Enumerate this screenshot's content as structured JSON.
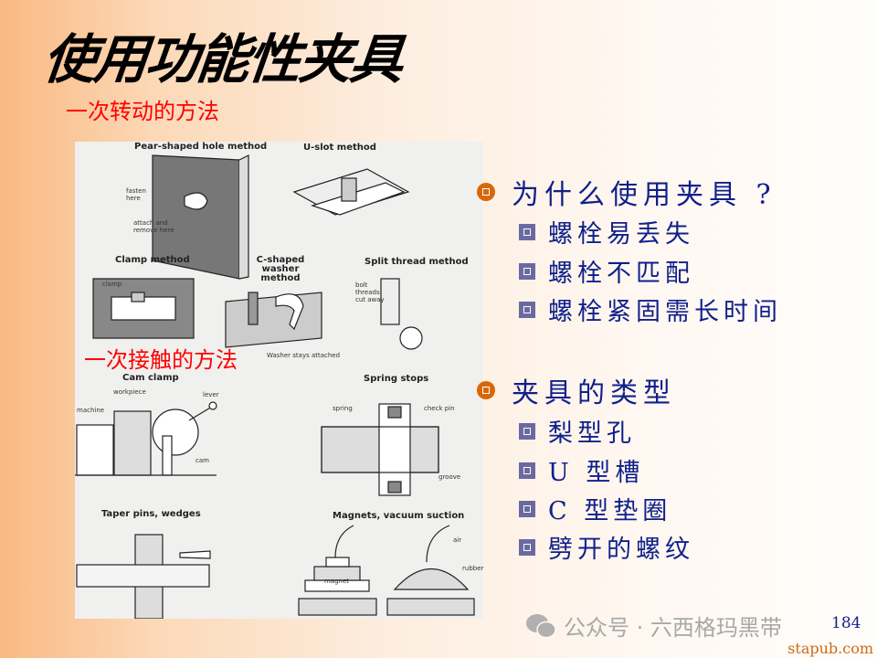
{
  "title": "使用功能性夹具",
  "subtitle_rotation": "一次转动的方法",
  "subtitle_contact": "一次接触的方法",
  "figure": {
    "captions": [
      "Pear-shaped hole method",
      "U-slot method",
      "Clamp method",
      "C-shaped washer method",
      "Split thread method",
      "Cam clamp",
      "Spring stops",
      "Taper pins, wedges",
      "Magnets, vacuum suction"
    ],
    "labels": {
      "fasten": "fasten here",
      "attach": "attach and remove here",
      "clamp": "clamp",
      "washer": "Washer stays attached",
      "bolt": "bolt threads cut away",
      "machine": "machine",
      "workpiece": "workpiece",
      "lever": "lever",
      "cam": "cam",
      "spring": "spring",
      "check_pin": "check pin",
      "groove": "groove",
      "magnet": "magnet",
      "air": "air",
      "rubber": "rubber"
    }
  },
  "bullets": [
    {
      "text": "为什么使用夹具 ?",
      "icon": "orange-circle-bullet-icon",
      "items": [
        "螺栓易丢失",
        "螺栓不匹配",
        "螺栓紧固需长时间"
      ]
    },
    {
      "text": "夹具的类型",
      "icon": "orange-circle-bullet-icon",
      "items": [
        "梨型孔",
        "U 型槽",
        "C 型垫圈",
        "劈开的螺纹"
      ]
    }
  ],
  "colors": {
    "title": "#000000",
    "red_text": "#ff0000",
    "bullet_text": "#10208a",
    "bullet_orange": "#d9670a",
    "bullet_square": "#6a6aa0"
  },
  "watermark": "公众号 · 六西格玛黑带",
  "page_number": "184",
  "site": "stapub.com"
}
